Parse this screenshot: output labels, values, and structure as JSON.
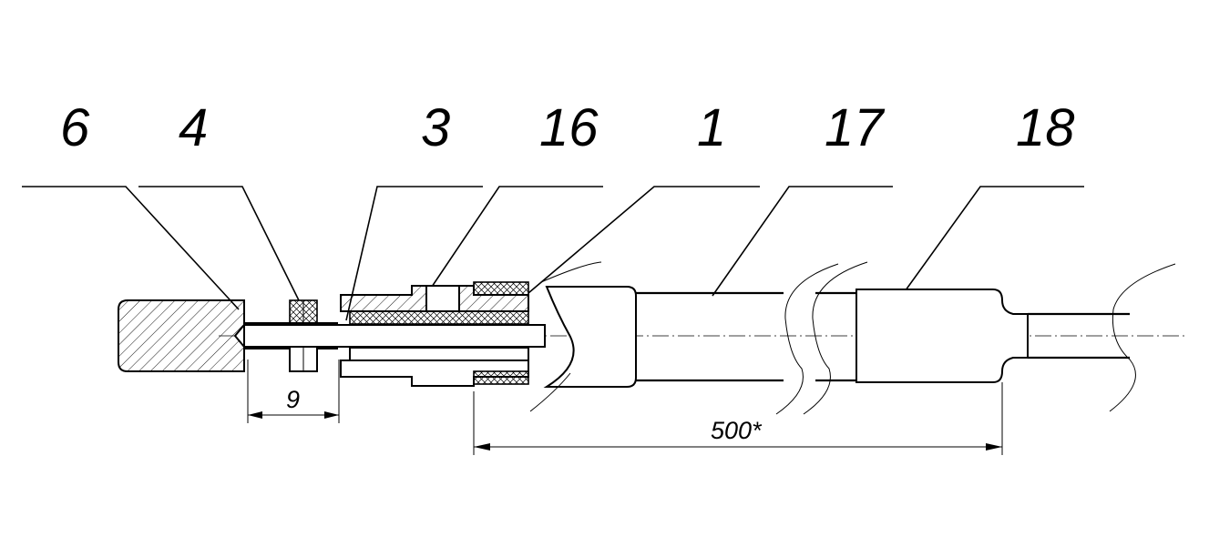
{
  "drawing": {
    "part_labels": [
      "6",
      "4",
      "3",
      "16",
      "1",
      "17",
      "18"
    ],
    "dimensions": {
      "gap": "9",
      "cable_length": "500*"
    }
  }
}
